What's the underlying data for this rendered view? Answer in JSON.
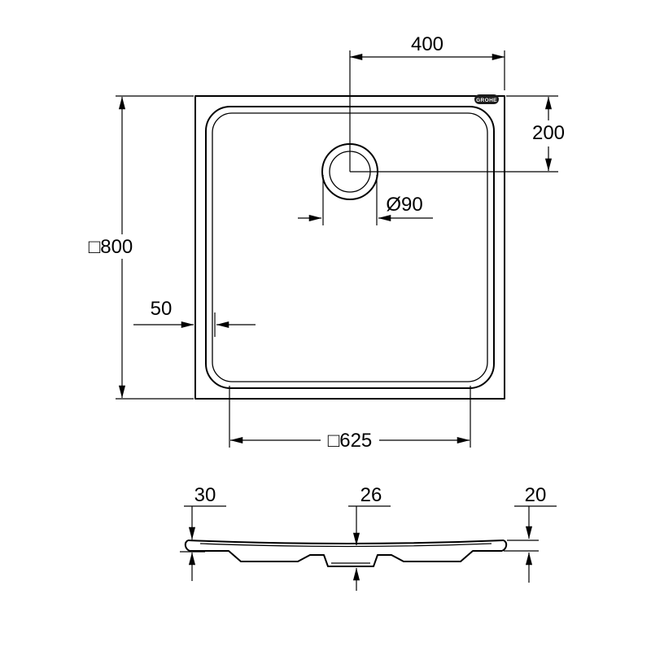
{
  "brand": {
    "logo_text": "GROHE"
  },
  "top_view": {
    "dim_drain_offset_horizontal": "400",
    "dim_drain_offset_vertical": "200",
    "dim_drain_diameter": "Ø90",
    "dim_overall_square": "□800",
    "dim_wall_width": "50",
    "dim_inner_square": "□625"
  },
  "section_view": {
    "dim_edge_height": "30",
    "dim_center_depth": "26",
    "dim_rim_thickness": "20"
  }
}
